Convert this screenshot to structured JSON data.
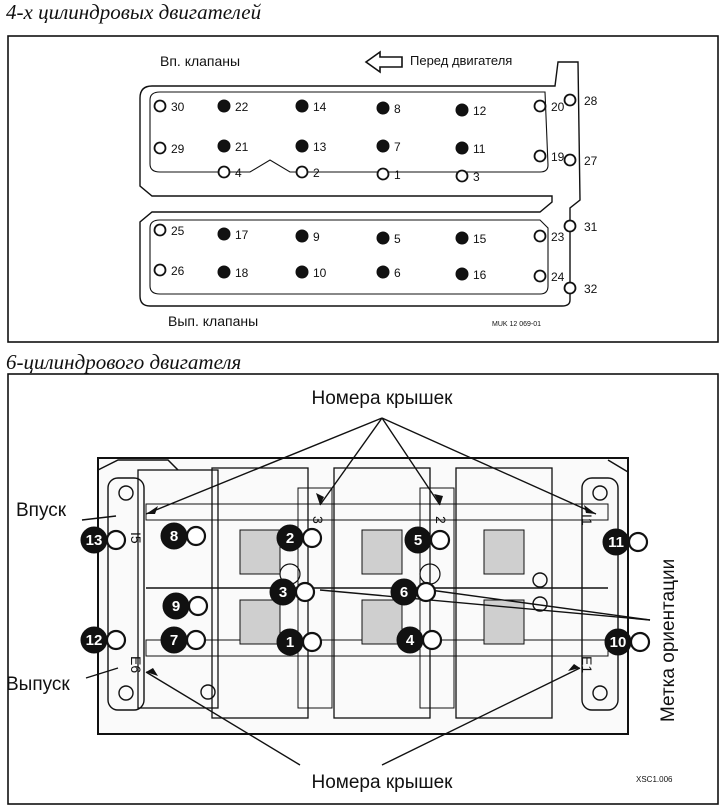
{
  "top": {
    "title": "4-х цилиндровых двигателей",
    "intake_label": "Вп. клапаны",
    "front_label": "Перед двигателя",
    "exhaust_label": "Вып. клапаны",
    "code": "MUK 12 069-01",
    "bolts": [
      {
        "num": "30",
        "fill": "open"
      },
      {
        "num": "22",
        "fill": "solid"
      },
      {
        "num": "14",
        "fill": "solid"
      },
      {
        "num": "8",
        "fill": "solid"
      },
      {
        "num": "12",
        "fill": "solid"
      },
      {
        "num": "20",
        "fill": "open"
      },
      {
        "num": "28",
        "fill": "open"
      },
      {
        "num": "29",
        "fill": "open"
      },
      {
        "num": "21",
        "fill": "solid"
      },
      {
        "num": "13",
        "fill": "solid"
      },
      {
        "num": "7",
        "fill": "solid"
      },
      {
        "num": "11",
        "fill": "solid"
      },
      {
        "num": "19",
        "fill": "open"
      },
      {
        "num": "27",
        "fill": "open"
      },
      {
        "num": "4",
        "fill": "open"
      },
      {
        "num": "2",
        "fill": "open"
      },
      {
        "num": "1",
        "fill": "open"
      },
      {
        "num": "3",
        "fill": "open"
      },
      {
        "num": "25",
        "fill": "open"
      },
      {
        "num": "17",
        "fill": "solid"
      },
      {
        "num": "9",
        "fill": "solid"
      },
      {
        "num": "5",
        "fill": "solid"
      },
      {
        "num": "15",
        "fill": "solid"
      },
      {
        "num": "23",
        "fill": "open"
      },
      {
        "num": "31",
        "fill": "open"
      },
      {
        "num": "26",
        "fill": "open"
      },
      {
        "num": "18",
        "fill": "solid"
      },
      {
        "num": "10",
        "fill": "solid"
      },
      {
        "num": "6",
        "fill": "solid"
      },
      {
        "num": "16",
        "fill": "solid"
      },
      {
        "num": "24",
        "fill": "open"
      },
      {
        "num": "32",
        "fill": "open"
      }
    ]
  },
  "bottom": {
    "title": "6-цилиндрового двигателя",
    "cap_numbers_label": "Номера крышек",
    "intake_label": "Впуск",
    "exhaust_label": "Выпуск",
    "orientation_label": "Метка ориентации",
    "code": "XSC1.006",
    "cap_marks": [
      "I5",
      "3",
      "2",
      "I1",
      "E6",
      "E1"
    ],
    "markers": [
      "13",
      "8",
      "2",
      "5",
      "11",
      "3",
      "6",
      "9",
      "12",
      "7",
      "1",
      "4",
      "10"
    ]
  },
  "colors": {
    "ink": "#111111",
    "paper": "#ffffff",
    "shade": "#cfcfcf"
  }
}
